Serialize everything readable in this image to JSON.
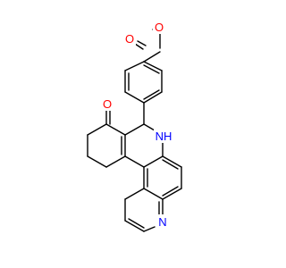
{
  "molecule": {
    "atoms": {
      "ester_carbonyl_o": {
        "label": "O",
        "color": "#ff0000"
      },
      "ester_ether_o": {
        "label": "O",
        "color": "#ff0000"
      },
      "ketone_o": {
        "label": "O",
        "color": "#ff0000"
      },
      "amine_nh": {
        "label": "NH",
        "color": "#0000ff"
      },
      "pyridine_n": {
        "label": "N",
        "color": "#0000ff"
      }
    },
    "bond_color": "#000000"
  }
}
